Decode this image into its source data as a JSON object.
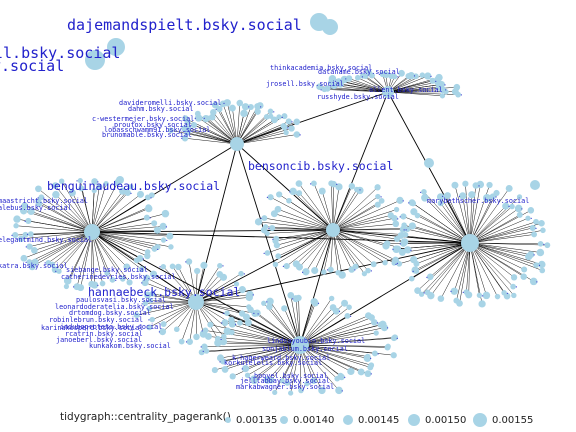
{
  "legend": {
    "title": "tidygraph::centrality_pagerank()",
    "items": [
      {
        "label": "0.00135",
        "size": 1
      },
      {
        "label": "0.00140",
        "size": 2
      },
      {
        "label": "0.00145",
        "size": 3
      },
      {
        "label": "0.00150",
        "size": 4
      },
      {
        "label": "0.00155",
        "size": 5
      }
    ]
  },
  "colors": {
    "node": "#a8d4e6",
    "edge": "#000000",
    "label": "#2222cc"
  },
  "hubs": [
    {
      "id": "hub-top-right",
      "label": "thinkacademia.bsky.social"
    },
    {
      "id": "hub-top-left",
      "label": "davideromelli.bsky.social"
    },
    {
      "id": "hub-center",
      "label": "bensoncib.bsky.social"
    },
    {
      "id": "hub-left",
      "label": "benguinaudeau.bsky.social"
    },
    {
      "id": "hub-right",
      "label": "marybethscher.bsky.social"
    },
    {
      "id": "hub-lower-left",
      "label": "hannaebeck.bsky.social"
    },
    {
      "id": "hub-bottom",
      "label": "korkutelelis.bsky.social"
    }
  ],
  "node_labels": [
    {
      "text": "dajemandspielt.bsky.social",
      "size": "big"
    },
    {
      "text": "ll.bsky.social",
      "size": "big"
    },
    {
      "text": "y.social",
      "size": "big"
    },
    {
      "text": "benguinaudeau.bsky.social",
      "size": "mid"
    },
    {
      "text": "bensoncib.bsky.social",
      "size": "mid"
    },
    {
      "text": "hannaebeck.bsky.social",
      "size": "mid"
    },
    {
      "text": "thinkacademia.bsky.social",
      "size": "small"
    },
    {
      "text": "dataname.bsky.social",
      "size": "small"
    },
    {
      "text": "jrosell.bsky.social",
      "size": "small"
    },
    {
      "text": "allent.bsky.social",
      "size": "small"
    },
    {
      "text": "russhyde.bsky.social",
      "size": "small"
    },
    {
      "text": "davideromelli.bsky.social",
      "size": "small"
    },
    {
      "text": "dahm.bsky.social",
      "size": "small"
    },
    {
      "text": "c-westermejer.bsky.social",
      "size": "small"
    },
    {
      "text": "proufox.bsky.social",
      "size": "small"
    },
    {
      "text": "lobasschwamm91.bsky.social",
      "size": "small"
    },
    {
      "text": "brunomable.bsky.social",
      "size": "small"
    },
    {
      "text": "siebange.bsky.social",
      "size": "small"
    },
    {
      "text": "catherinedevries.bsky.social",
      "size": "small"
    },
    {
      "text": "paulosvasi.bsky.social",
      "size": "small"
    },
    {
      "text": "leonardoderatelia.bsky.social",
      "size": "small"
    },
    {
      "text": "drtomdog.bsky.social",
      "size": "small"
    },
    {
      "text": "robinlebrun.bsky.social",
      "size": "small"
    },
    {
      "text": "induboproteto.bsky.social",
      "size": "small"
    },
    {
      "text": "karinakosperd.bsky.social",
      "size": "small"
    },
    {
      "text": "rcatrin.bsky.social",
      "size": "small"
    },
    {
      "text": "janoeberl.bsky.social",
      "size": "small"
    },
    {
      "text": "kunkakom.bsky.social",
      "size": "small"
    },
    {
      "text": "marybethscher.bsky.social",
      "size": "small"
    },
    {
      "text": "korkutelelis.bsky.social",
      "size": "small"
    },
    {
      "text": "bpoyel.bsky.social",
      "size": "small"
    },
    {
      "text": "jelltabbay.bsky.social",
      "size": "small"
    },
    {
      "text": "markabwagner.bsky.social",
      "size": "small"
    },
    {
      "text": "lindsayoubin.bsky.social",
      "size": "small"
    },
    {
      "text": "sonjablum.bsky.social",
      "size": "small"
    },
    {
      "text": "k-hagerweard.bsky.social",
      "size": "small"
    },
    {
      "text": "maastricht.bsky.social",
      "size": "small"
    },
    {
      "text": "alebus.bsky.social",
      "size": "small"
    },
    {
      "text": "elegantmind.bsky.social",
      "size": "small"
    },
    {
      "text": "katra.bsky.social",
      "size": "small"
    }
  ]
}
